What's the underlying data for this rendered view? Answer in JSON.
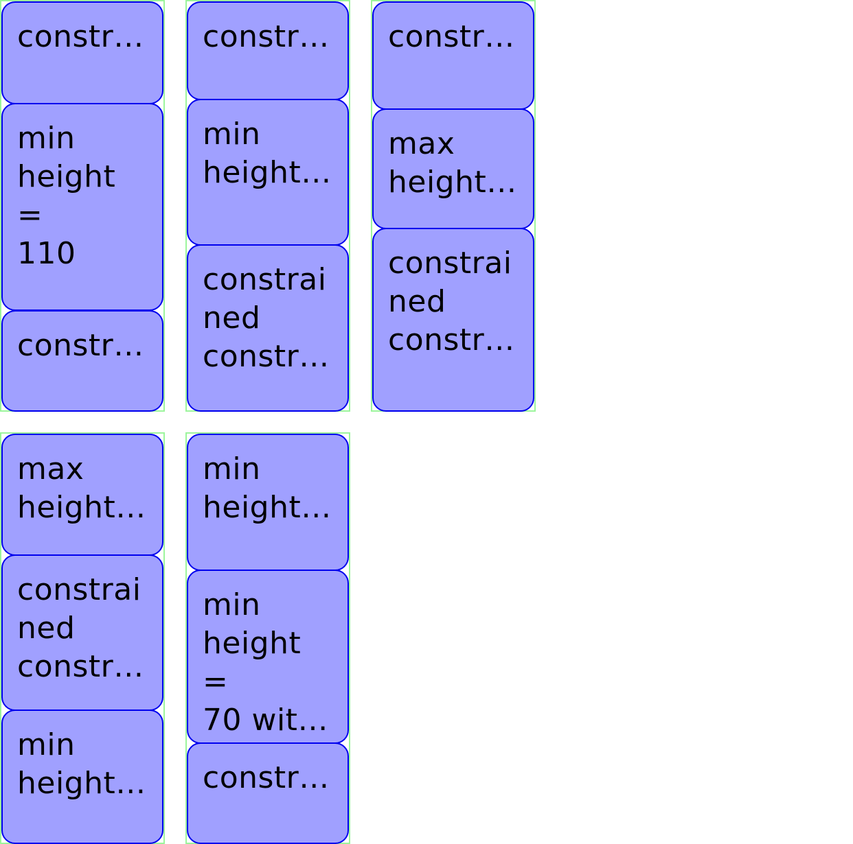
{
  "colors": {
    "card_fill": "#a0a0ff",
    "card_border": "#0000ee",
    "column_border": "#9cf59c",
    "background": "#ffffff"
  },
  "columns": [
    {
      "cards": [
        {
          "label": "constr…"
        },
        {
          "label": "min\nheight =\n110"
        },
        {
          "label": "constr…"
        }
      ]
    },
    {
      "cards": [
        {
          "label": "constr…"
        },
        {
          "label": "min\nheight…"
        },
        {
          "label": "constrai\nned\nconstr…"
        }
      ]
    },
    {
      "cards": [
        {
          "label": "constr…"
        },
        {
          "label": "max\nheight…"
        },
        {
          "label": "constrai\nned\nconstr…"
        }
      ]
    },
    {
      "cards": [
        {
          "label": "max\nheight…"
        },
        {
          "label": "constrai\nned\nconstr…"
        },
        {
          "label": "min\nheight…"
        }
      ]
    },
    {
      "cards": [
        {
          "label": "min\nheight…"
        },
        {
          "label": "min\nheight =\n70 wit…"
        },
        {
          "label": "constr…"
        }
      ]
    }
  ]
}
